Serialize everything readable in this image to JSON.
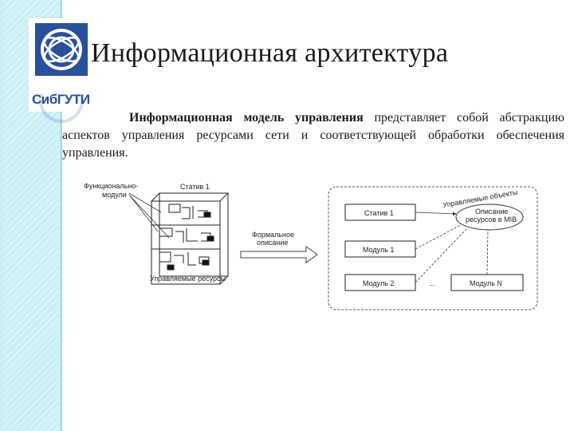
{
  "title": "Информационная архитектура",
  "logo": {
    "name": "СибГУТИ",
    "icon": "sibguti-logo-icon"
  },
  "paragraph": {
    "term": "Информационная модель управления",
    "rest": " представляет собой абстракцию аспектов управления ресурсами сети и соответствующей обработки обеспечения управления."
  },
  "diagram": {
    "functional_modules_line1": "Функционально-",
    "functional_modules_line2": "модули",
    "status1_left": "Статив 1",
    "managed_resources": "Управляемые ресурсы",
    "formal_line1": "Формальное",
    "formal_line2": "описание",
    "managed_objects": "Управляемые объекты",
    "mib_line1": "Описание",
    "mib_line2": "ресурсов в MIB",
    "status1_right": "Статив 1",
    "module1": "Модуль 1",
    "module2": "Модуль 2",
    "ellipsis": "...",
    "moduleN": "Модуль N"
  }
}
